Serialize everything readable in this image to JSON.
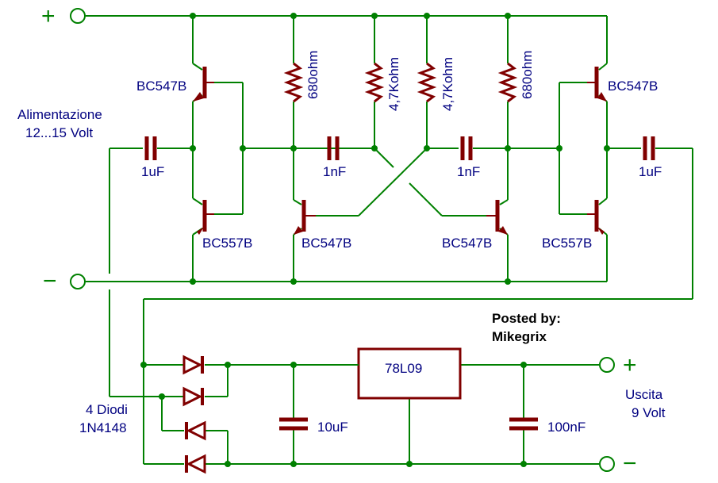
{
  "power": {
    "plus": "+",
    "minus": "−"
  },
  "labels": {
    "supply_line1": "Alimentazione",
    "supply_line2": "12...15 Volt",
    "q1": "BC547B",
    "q2": "BC557B",
    "q3": "BC547B",
    "q4": "BC547B",
    "q5": "BC547B",
    "q6": "BC557B",
    "r1": "680ohm",
    "r2": "4,7Kohm",
    "r3": "4,7Kohm",
    "r4": "680ohm",
    "c1": "1uF",
    "c2": "1nF",
    "c3": "1nF",
    "c4": "1uF",
    "c5": "10uF",
    "c6": "100nF",
    "regulator": "78L09",
    "diodes_line1": "4 Diodi",
    "diodes_line2": "1N4148",
    "output_line1": "Uscita",
    "output_line2": "9 Volt",
    "posted_line1": "Posted by:",
    "posted_line2": "Mikegrix"
  },
  "colors": {
    "wire": "#008000",
    "component": "#800000",
    "label": "#000080",
    "background": "#ffffff"
  }
}
